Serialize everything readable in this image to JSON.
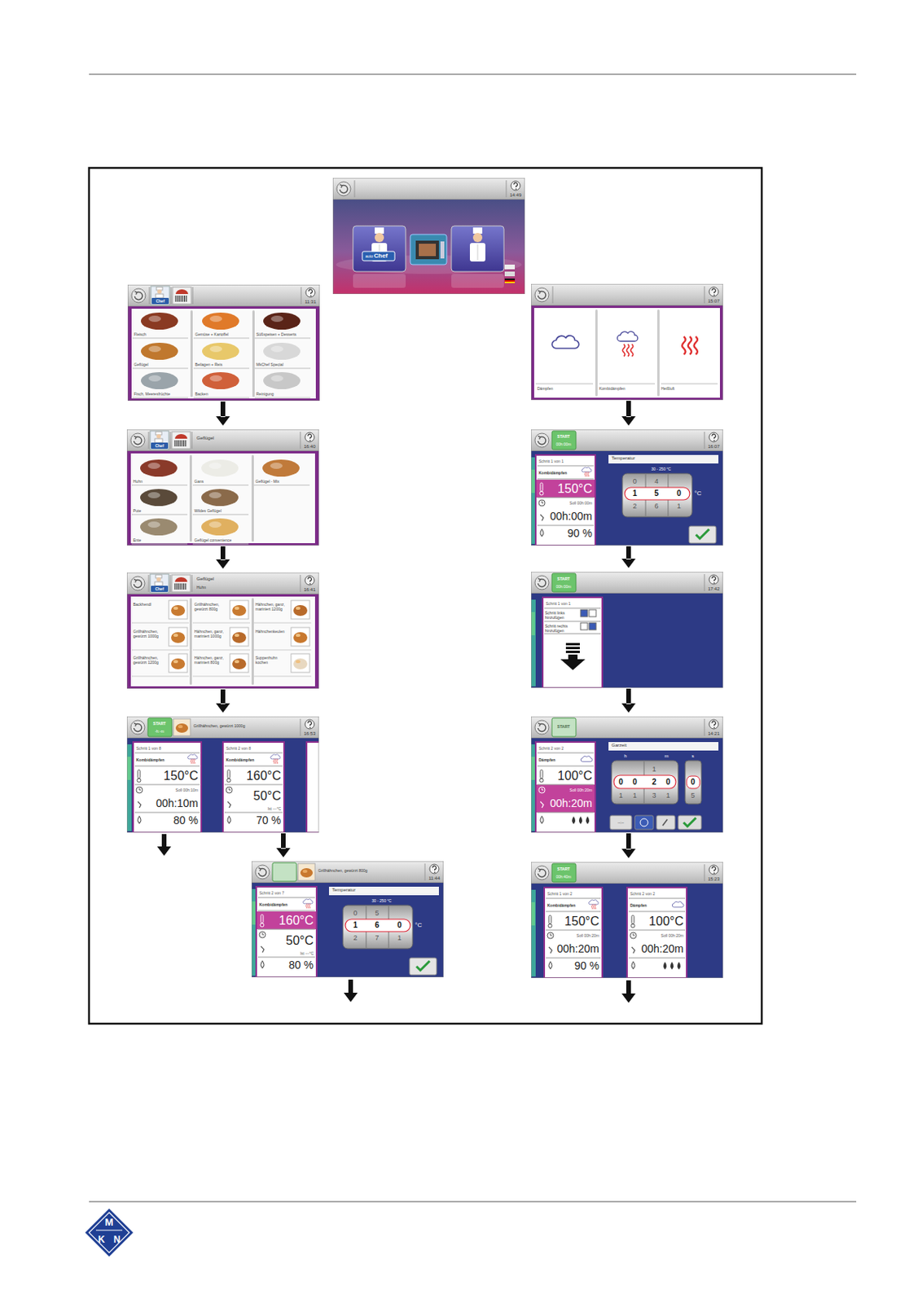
{
  "diagram": {
    "nodes": [
      {
        "text": [
          "14:49",
          "auto",
          "Chef"
        ]
      },
      {
        "text": [
          "11:31",
          "Chef",
          "Fleisch",
          "Gemüse + Kartoffel",
          "Süßspeisen + Desserts",
          "Geflügel",
          "Beilagen + Reis",
          "MkChef Special",
          "Fisch, Meeresfrüchte",
          "Backen",
          "Reinigung"
        ]
      },
      {
        "text": [
          "15:07",
          "Dämpfen",
          "Kombidämpfen",
          "Heißluft"
        ]
      },
      {
        "text": [
          "16:40",
          "Chef",
          "Geflügel",
          "Huhn",
          "Gans",
          "Geflügel - Mix",
          "Pute",
          "Wildes Geflügel",
          "Ente",
          "Geflügel convenience"
        ]
      },
      {
        "text": [
          "16:07",
          "START",
          "00h:00m",
          "Schritt 1 von 1",
          "Kombidämpfen",
          "150°C",
          "Soll 00h:00m",
          "00h:00m",
          "90 %",
          "Temperatur",
          "30 - 250 °C",
          "0",
          "4",
          "1",
          "5",
          "0",
          "2",
          "6",
          "1",
          "°C"
        ]
      },
      {
        "text": [
          "16:41",
          "Chef",
          "Geflügel",
          "Huhn",
          "Backhendl",
          "Grillhähnchen, gewürzt 800g",
          "Hähnchen, ganz, mariniert 1200g",
          "Grillhähnchen, gewürzt 1000g",
          "Hähnchen, ganz, mariniert 1000g",
          "Hähnchenkeulen",
          "Grillhähnchen, gewürzt 1200g",
          "Hähnchen, ganz, mariniert 800g",
          "Suppenhuhn kochen"
        ]
      },
      {
        "text": [
          "17:42",
          "START",
          "00h:00m",
          "Schritt 1 von 1",
          "Schritt links hinzufügen",
          "Schritt rechts hinzufügen"
        ]
      },
      {
        "text": [
          "16:53",
          "START",
          "-h:-m",
          "Grillhähnchen, gewürzt 1000g",
          "Schritt 1 von 8",
          "Kombidämpfen",
          "150°C",
          "Soll 00h:10m",
          "00h:10m",
          "80 %",
          "Schritt 2 von 8",
          "Kombidämpfen",
          "160°C",
          "50°C",
          "Ist ---°C",
          "70 %"
        ]
      },
      {
        "text": [
          "14:21",
          "START",
          "Schritt 2 von 2",
          "Dämpfen",
          "100°C",
          "Soll 00h:20m",
          "00h:20m",
          "Garzeit",
          "h",
          "m",
          "s",
          "1",
          "0",
          "0",
          "2",
          "0",
          "0",
          "1",
          "1",
          "3",
          "1",
          "5",
          "--:--"
        ]
      },
      {
        "text": [
          "11:44",
          "Grillhähnchen, gewürzt 800g",
          "Schritt 2 von 7",
          "Kombidämpfen",
          "160°C",
          "50°C",
          "Ist ---°C",
          "80 %",
          "Temperatur",
          "30 - 250 °C",
          "0",
          "5",
          "1",
          "6",
          "0",
          "2",
          "7",
          "1",
          "°C"
        ]
      },
      {
        "text": [
          "15:23",
          "START",
          "00h:40m",
          "Schritt 1 von 2",
          "Kombidämpfen",
          "150°C",
          "Soll 00h:20m",
          "00h:20m",
          "90 %",
          "Schritt 2 von 2",
          "Dämpfen",
          "100°C",
          "Soll 00h:20m",
          "00h:20m"
        ]
      }
    ],
    "edges": [
      {
        "from": 1,
        "to": 3,
        "arrow": "to"
      },
      {
        "from": 3,
        "to": 5,
        "arrow": "to"
      },
      {
        "from": 5,
        "to": 7,
        "arrow": "to"
      },
      {
        "from": 7,
        "to": 9,
        "arrow": "to"
      },
      {
        "from": 2,
        "to": 4,
        "arrow": "to"
      },
      {
        "from": 4,
        "to": 6,
        "arrow": "to"
      },
      {
        "from": 6,
        "to": 8,
        "arrow": "to"
      },
      {
        "from": 8,
        "to": 10,
        "arrow": "to"
      }
    ],
    "labels": [
      "M",
      "K",
      "N"
    ]
  }
}
